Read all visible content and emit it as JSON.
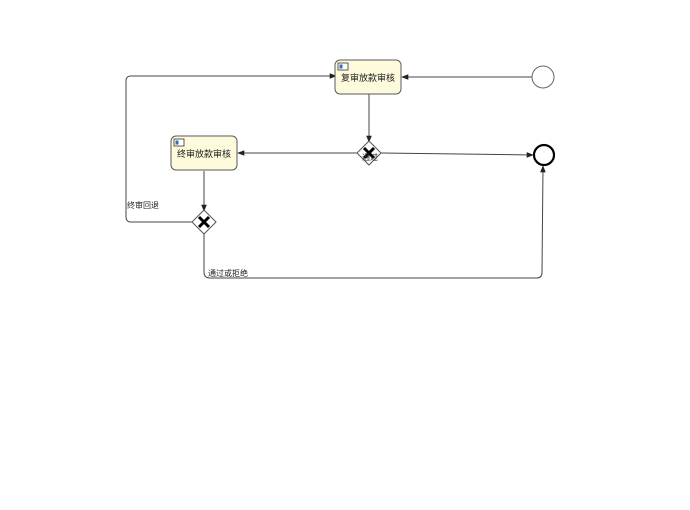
{
  "diagram": {
    "tasks": {
      "review_task": {
        "label": "复审放款审核",
        "icon": "user-task-icon"
      },
      "final_task": {
        "label": "终审放款审核",
        "icon": "user-task-icon"
      }
    },
    "flows": {
      "final_rollback": {
        "label": "终审回退"
      },
      "pass_or_reject": {
        "label": "通过或拒绝"
      },
      "gateway1_label": {
        "label": "通过"
      }
    },
    "events": {
      "start": {
        "type": "start-event"
      },
      "end": {
        "type": "end-event"
      }
    },
    "gateways": {
      "review_gateway": {
        "type": "exclusive-gateway",
        "icon": "x-icon"
      },
      "final_gateway": {
        "type": "exclusive-gateway",
        "icon": "x-icon"
      }
    },
    "colors": {
      "task_fill": "#fdfbdc",
      "stroke": "#444444"
    }
  }
}
